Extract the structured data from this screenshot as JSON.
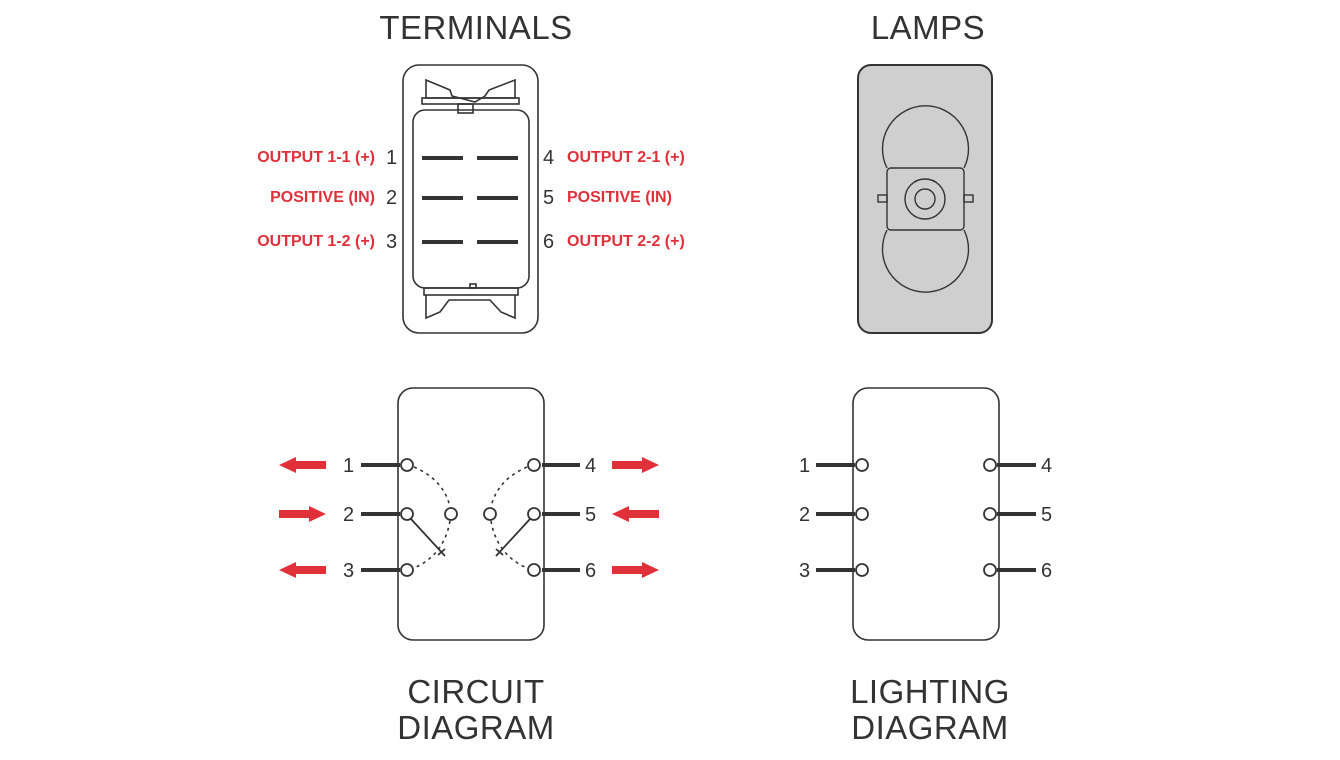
{
  "colors": {
    "accent_red": "#e0303a",
    "ink": "#333333",
    "lamp_fill": "#cfcfcf"
  },
  "terminals": {
    "title": "TERMINALS",
    "pins": [
      {
        "num": "1",
        "label": "OUTPUT 1-1 (+)"
      },
      {
        "num": "2",
        "label": "POSITIVE (IN)"
      },
      {
        "num": "3",
        "label": "OUTPUT 1-2 (+)"
      },
      {
        "num": "4",
        "label": "OUTPUT 2-1 (+)"
      },
      {
        "num": "5",
        "label": "POSITIVE (IN)"
      },
      {
        "num": "6",
        "label": "OUTPUT 2-2 (+)"
      }
    ]
  },
  "lamps": {
    "title": "LAMPS"
  },
  "circuit": {
    "title_line1": "CIRCUIT",
    "title_line2": "DIAGRAM",
    "pins": [
      "1",
      "2",
      "3",
      "4",
      "5",
      "6"
    ],
    "arrows": {
      "1": "out",
      "2": "in",
      "3": "out",
      "4": "out",
      "5": "in",
      "6": "out"
    }
  },
  "lighting": {
    "title_line1": "LIGHTING",
    "title_line2": "DIAGRAM",
    "pins": [
      "1",
      "2",
      "3",
      "4",
      "5",
      "6"
    ]
  }
}
